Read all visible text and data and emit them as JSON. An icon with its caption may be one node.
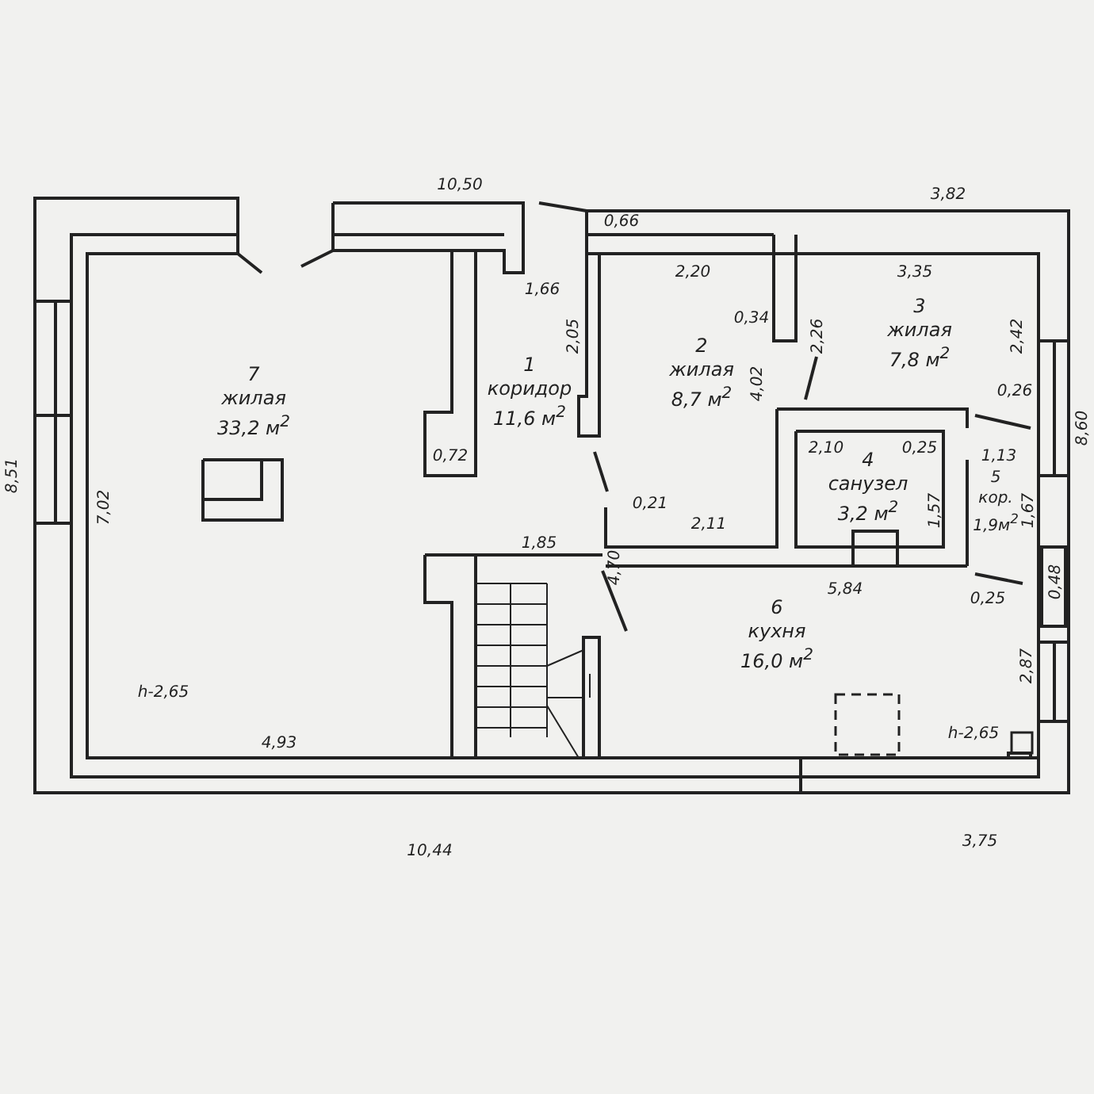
{
  "diagram": {
    "nodes": [
      {
        "text": [
          "1",
          "коридор",
          "11,6 м$^{2}$"
        ]
      },
      {
        "text": [
          "2",
          "жилая",
          "8,7 м$^{2}$"
        ]
      },
      {
        "text": [
          "3",
          "жилая",
          "7,8 м$^{2}$"
        ]
      },
      {
        "text": [
          "4",
          "санузел",
          "3,2 м$^{2}$"
        ]
      },
      {
        "text": [
          "5",
          "кор.",
          "1,9м$^{2}$"
        ]
      },
      {
        "text": [
          "6",
          "кухня",
          "16,0 м$^{2}$"
        ]
      },
      {
        "text": [
          "7",
          "жилая",
          "33,2 м$^{2}$"
        ]
      }
    ],
    "edges": [],
    "labels": [
      "10,50",
      "3,82",
      "0,66",
      "2,20",
      "3,35",
      "1,66",
      "0,34",
      "2,05",
      "2,26",
      "2,42",
      "4,02",
      "0,26",
      "0,72",
      "2,10",
      "0,25",
      "1,13",
      "8,60",
      "8,51",
      "7,02",
      "0,21",
      "1,57",
      "1,67",
      "2,11",
      "1,85",
      "4,70",
      "0,48",
      "5,84",
      "0,25",
      "2,87",
      "h-2,65",
      "h-2,65",
      "4,93",
      "3,75",
      "10,44"
    ]
  }
}
